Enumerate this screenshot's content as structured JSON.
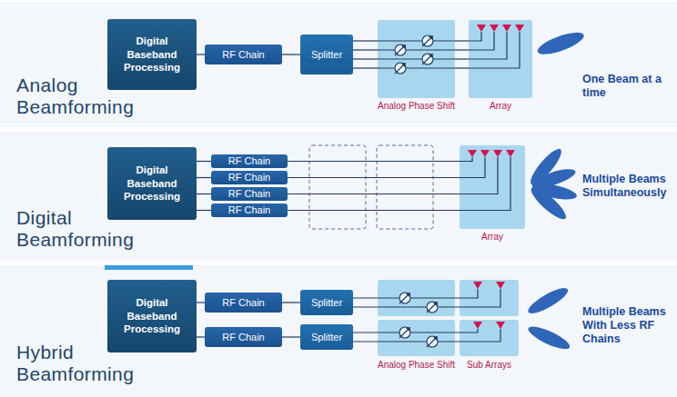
{
  "diagram": {
    "nodes": [
      {
        "text": [
          "Analog Beamforming",
          "One Beam at a time"
        ]
      },
      {
        "text": [
          "Digital Baseband Processing"
        ],
        "in": 0
      },
      {
        "text": [
          "RF Chain"
        ],
        "in": 0
      },
      {
        "text": [
          "Splitter"
        ],
        "in": 0
      },
      {
        "text": [
          "Analog Phase Shift"
        ],
        "in": 0
      },
      {
        "text": [
          "Array"
        ],
        "in": 0
      },
      {
        "text": [
          "Digital Beamforming",
          "Multiple Beams Simultaneously"
        ]
      },
      {
        "text": [
          "Digital Baseband Processing"
        ],
        "in": 6
      },
      {
        "text": [
          "RF Chain"
        ],
        "in": 6
      },
      {
        "text": [
          "RF Chain"
        ],
        "in": 6
      },
      {
        "text": [
          "RF Chain"
        ],
        "in": 6
      },
      {
        "text": [
          "RF Chain"
        ],
        "in": 6
      },
      {
        "text": [
          "Array"
        ],
        "in": 6
      },
      {
        "text": [
          "Hybrid Beamforming",
          "Multiple Beams With Less RF Chains"
        ]
      },
      {
        "text": [
          "Digital Baseband Processing"
        ],
        "in": 13
      },
      {
        "text": [
          "RF Chain"
        ],
        "in": 13
      },
      {
        "text": [
          "RF Chain"
        ],
        "in": 13
      },
      {
        "text": [
          "Splitter"
        ],
        "in": 13
      },
      {
        "text": [
          "Splitter"
        ],
        "in": 13
      }
    ],
    "edges": [
      {
        "from": 1,
        "to": 2,
        "arrow": "none"
      },
      {
        "from": 2,
        "to": 3,
        "arrow": "none"
      },
      {
        "from": 3,
        "to": 4,
        "arrow": "none"
      },
      {
        "from": 4,
        "to": 5,
        "arrow": "none"
      },
      {
        "from": 7,
        "to": 8,
        "arrow": "none"
      },
      {
        "from": 7,
        "to": 9,
        "arrow": "none"
      },
      {
        "from": 7,
        "to": 10,
        "arrow": "none"
      },
      {
        "from": 7,
        "to": 11,
        "arrow": "none"
      },
      {
        "from": 8,
        "to": 12,
        "arrow": "none"
      },
      {
        "from": 9,
        "to": 12,
        "arrow": "none"
      },
      {
        "from": 10,
        "to": 12,
        "arrow": "none"
      },
      {
        "from": 11,
        "to": 12,
        "arrow": "none"
      },
      {
        "from": 14,
        "to": 15,
        "arrow": "none"
      },
      {
        "from": 14,
        "to": 16,
        "arrow": "none"
      },
      {
        "from": 15,
        "to": 17,
        "arrow": "none"
      },
      {
        "from": 16,
        "to": 18,
        "arrow": "none"
      }
    ],
    "labels": [
      "Analog Phase Shift",
      "Sub Arrays"
    ]
  }
}
